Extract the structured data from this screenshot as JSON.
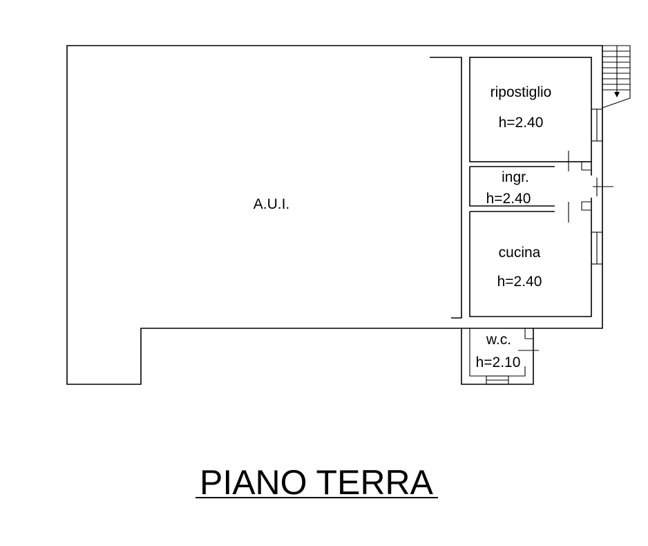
{
  "title": "PIANO TERRA",
  "rooms": {
    "aui": {
      "name": "A.U.I."
    },
    "ripostiglio": {
      "name": "ripostiglio",
      "height": "h=2.40"
    },
    "ingresso": {
      "name": "ingr.",
      "height": "h=2.40"
    },
    "cucina": {
      "name": "cucina",
      "height": "h=2.40"
    },
    "wc": {
      "name": "w.c.",
      "height": "h=2.10"
    }
  },
  "colors": {
    "line": "#000000",
    "background": "#ffffff"
  },
  "icons": {
    "stair": "staircase-icon",
    "arrow": "stair-direction-arrow-icon"
  }
}
